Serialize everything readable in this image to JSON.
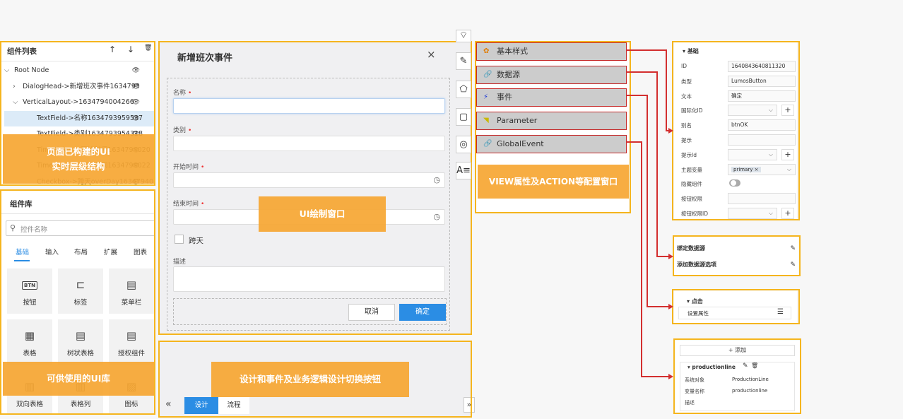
{
  "component_list": {
    "title": "组件列表",
    "up_icon": "↑",
    "down_icon": "↓",
    "delete_icon": "🗑",
    "tree": [
      {
        "label": "Root Node"
      },
      {
        "label": "DialogHead->新增班次事件1634793"
      },
      {
        "label": "VerticalLayout->1634794004266"
      },
      {
        "label": "TextField->名称1634793959537"
      },
      {
        "label": "TextField->类别1634793954318"
      },
      {
        "label": "TimePicker->开始时间1634794020"
      },
      {
        "label": "TimePicker->结束时间1634794022"
      },
      {
        "label": "Checkbox->跨天overDay1634794036"
      }
    ],
    "overlay_line1": "页面已构建的UI",
    "overlay_line2": "实时层级结构"
  },
  "component_library": {
    "title": "组件库",
    "search_placeholder": "控件名称",
    "tabs": [
      "基础",
      "输入",
      "布局",
      "扩展",
      "图表"
    ],
    "tiles": [
      {
        "label": "按钮",
        "glyph": "BTN"
      },
      {
        "label": "标签",
        "glyph": "⊏"
      },
      {
        "label": "菜单栏",
        "glyph": "▤"
      },
      {
        "label": "表格",
        "glyph": "▦"
      },
      {
        "label": "树状表格",
        "glyph": "▤"
      },
      {
        "label": "授权组件",
        "glyph": "▤"
      },
      {
        "label": "双向表格",
        "glyph": "▥"
      },
      {
        "label": "表格列",
        "glyph": "▥"
      },
      {
        "label": "图标",
        "glyph": "▨"
      }
    ],
    "overlay": "可供使用的UI库"
  },
  "canvas": {
    "dialog_title": "新增班次事件",
    "close": "×",
    "fields": [
      {
        "label": "名称",
        "required": "•"
      },
      {
        "label": "类别",
        "required": "•"
      },
      {
        "label": "开始时间",
        "required": "•"
      },
      {
        "label": "结束时间",
        "required": "•"
      }
    ],
    "checkbox_label": "跨天",
    "desc_label": "描述",
    "cancel_label": "取消",
    "confirm_label": "确定",
    "overlay": "UI绘制窗口",
    "clock_icon": "◷"
  },
  "bottom": {
    "overlay": "设计和事件及业务逻辑设计切换按钮",
    "collapse_left": "«",
    "collapse_right": "»",
    "tab_design": "设计",
    "tab_flow": "流程"
  },
  "config_menu": {
    "items": [
      {
        "label": "基本样式",
        "icon": "✿",
        "color": "#e07b00"
      },
      {
        "label": "数据源",
        "icon": "🔗",
        "color": "#2e7d32"
      },
      {
        "label": "事件",
        "icon": "⚡",
        "color": "#1e3ad8"
      },
      {
        "label": "Parameter",
        "icon": "◥",
        "color": "#c9b800"
      },
      {
        "label": "GlobalEvent",
        "icon": "🔗",
        "color": "#8e24aa"
      }
    ],
    "overlay": "VIEW属性及ACTION等配置窗口"
  },
  "props": {
    "section": "基础",
    "rows": [
      {
        "key": "ID",
        "value": "1640843640811320"
      },
      {
        "key": "类型",
        "value": "LumosButton"
      },
      {
        "key": "文本",
        "value": "确定"
      },
      {
        "key": "国际化ID",
        "value": ""
      },
      {
        "key": "别名",
        "value": "btnOK"
      },
      {
        "key": "提示",
        "value": ""
      },
      {
        "key": "提示Id",
        "value": ""
      },
      {
        "key": "主题变量",
        "value": "primary ×"
      },
      {
        "key": "隐藏组件",
        "value": ""
      },
      {
        "key": "按钮权限",
        "value": ""
      },
      {
        "key": "按钮权限ID",
        "value": ""
      }
    ]
  },
  "datasource_panel": {
    "items": [
      "绑定数据源",
      "添加数据源选项"
    ]
  },
  "event_panel": {
    "section": "点击",
    "item": "设置属性"
  },
  "global_panel": {
    "add_label": "+ 添加",
    "section": "productionline",
    "rows": [
      {
        "key": "系统对象",
        "value": "ProductionLine"
      },
      {
        "key": "变量名称",
        "value": "productionline"
      },
      {
        "key": "描述",
        "value": ""
      }
    ]
  }
}
